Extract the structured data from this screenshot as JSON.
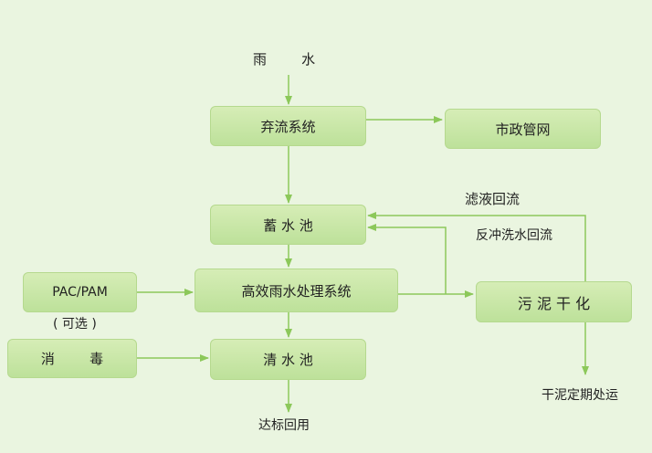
{
  "diagram": {
    "input_label": "雨        水",
    "nodes": {
      "diversion": "弃流系统",
      "municipal": "市政管网",
      "storage": "蓄 水 池",
      "treatment": "高效雨水处理系统",
      "sludge": "污 泥 干 化",
      "pac": "PAC/PAM",
      "disinfect": "消        毒",
      "clear": "清 水 池"
    },
    "labels": {
      "optional": "( 可选 )",
      "filtrate_return": "滤液回流",
      "backwash_return": "反冲洗水回流",
      "sludge_disposal": "干泥定期处运",
      "output": "达标回用"
    },
    "colors": {
      "background": "#eaf5e0",
      "node_fill": "#c8e6a8",
      "arrow": "#8cc85a"
    }
  }
}
